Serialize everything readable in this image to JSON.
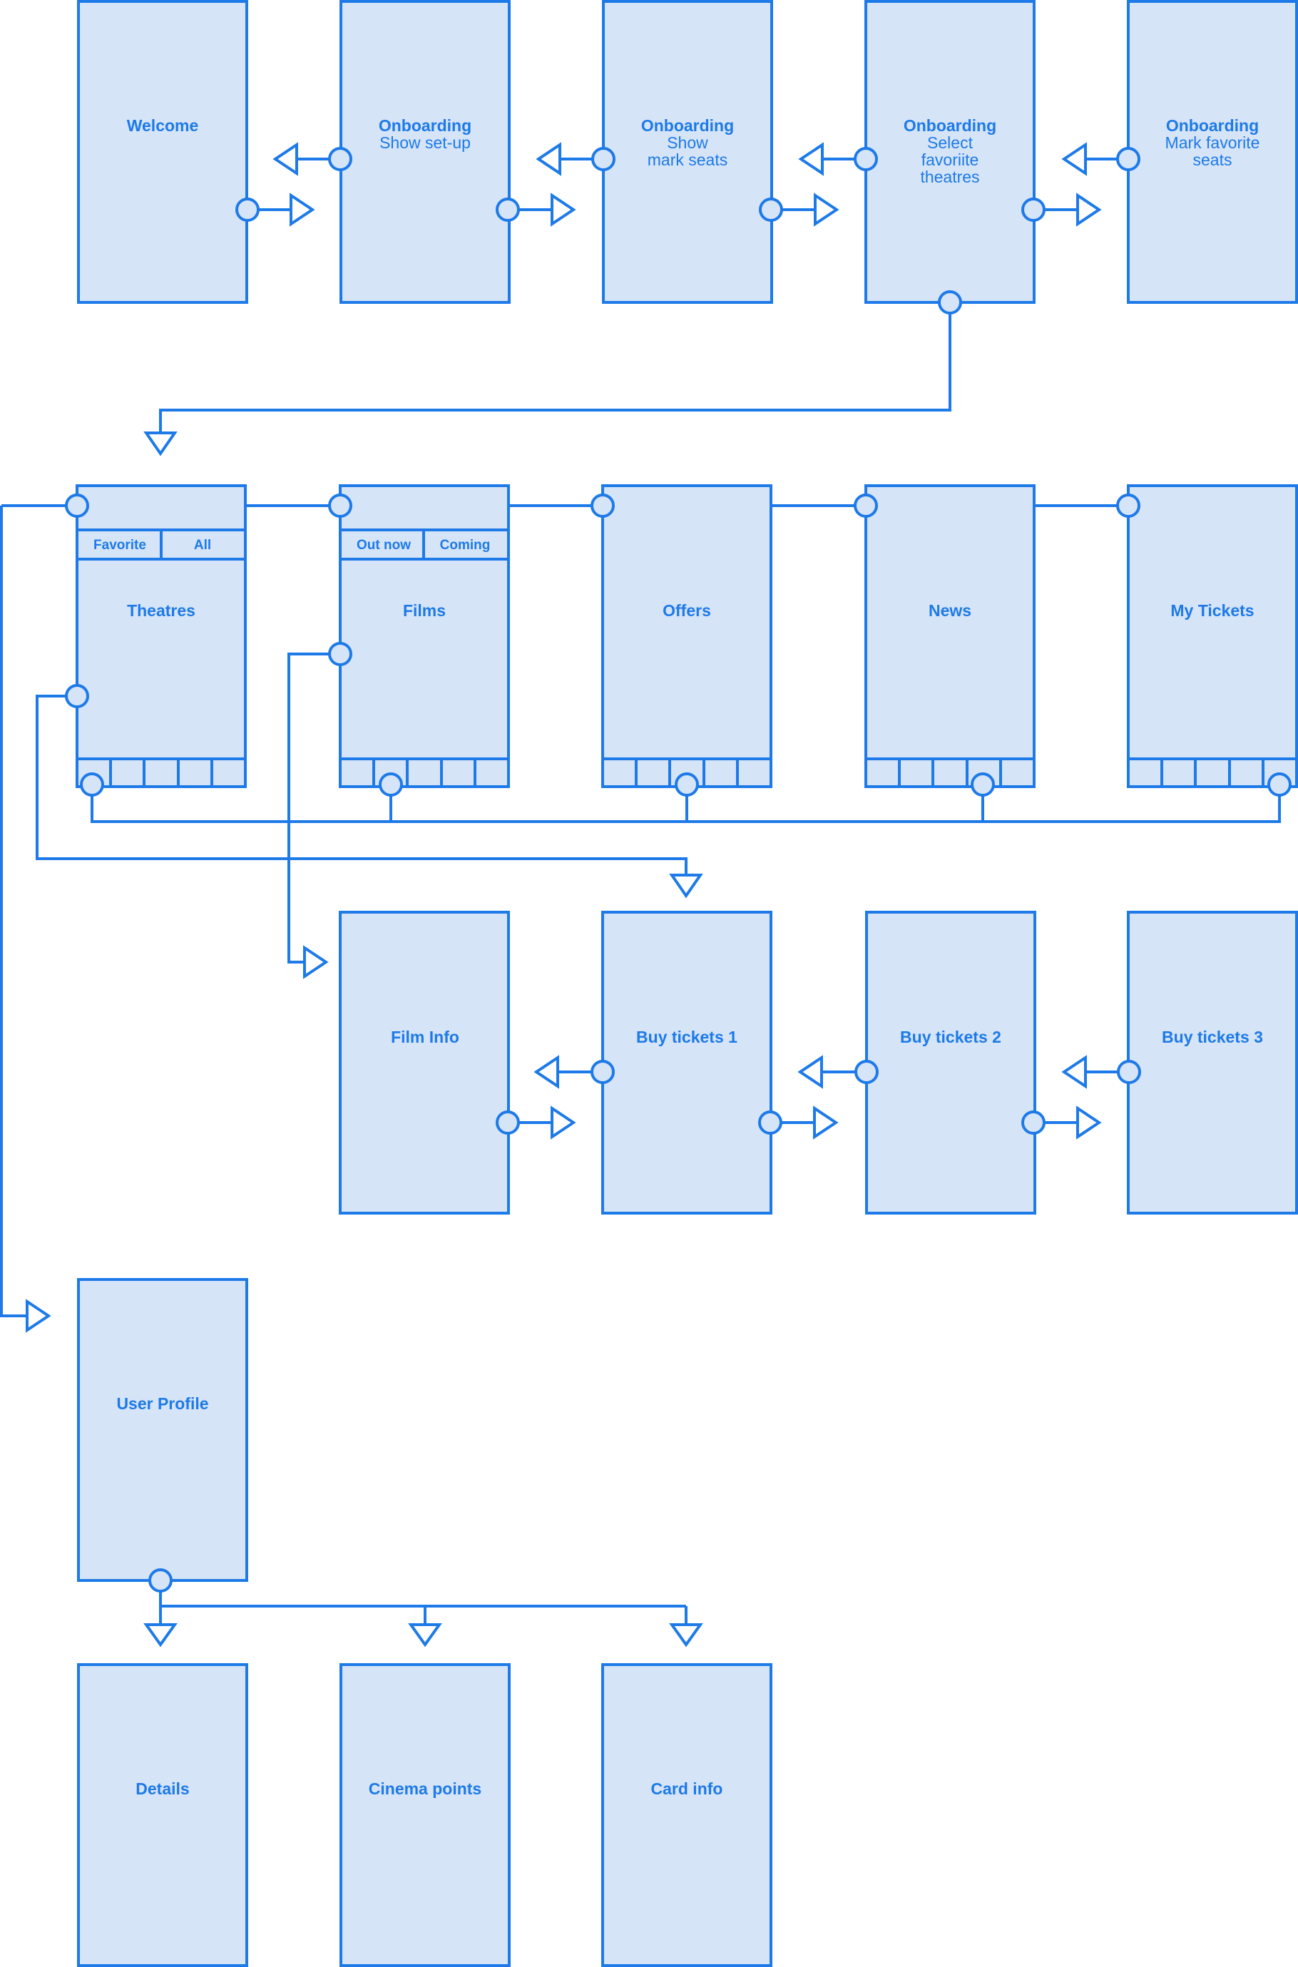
{
  "diagram": {
    "onboarding": {
      "welcome": {
        "title": "Welcome"
      },
      "setup": {
        "title": "Onboarding",
        "subtitle": "Show set-up"
      },
      "mark_seats": {
        "title": "Onboarding",
        "line1": "Show",
        "line2": "mark seats"
      },
      "select_theatres": {
        "title": "Onboarding",
        "line1": "Select",
        "line2": "favoriite",
        "line3": "theatres"
      },
      "favorite_seats": {
        "title": "Onboarding",
        "line1": "Mark favorite",
        "line2": "seats"
      }
    },
    "main": {
      "theatres": {
        "title": "Theatres",
        "tab_favorite": "Favorite",
        "tab_all": "All"
      },
      "films": {
        "title": "Films",
        "tab_out_now": "Out now",
        "tab_coming": "Coming"
      },
      "offers": {
        "title": "Offers"
      },
      "news": {
        "title": "News"
      },
      "my_tickets": {
        "title": "My Tickets"
      }
    },
    "purchase": {
      "film_info": {
        "title": "Film Info"
      },
      "buy1": {
        "title": "Buy tickets 1"
      },
      "buy2": {
        "title": "Buy tickets 2"
      },
      "buy3": {
        "title": "Buy tickets 3"
      }
    },
    "profile": {
      "user_profile": {
        "title": "User Profile"
      },
      "details": {
        "title": "Details"
      },
      "cinema_points": {
        "title": "Cinema points"
      },
      "card_info": {
        "title": "Card info"
      }
    },
    "colors": {
      "stroke": "#1d7ae8",
      "fill": "#d6e4f7",
      "background": "#ffffff"
    }
  }
}
